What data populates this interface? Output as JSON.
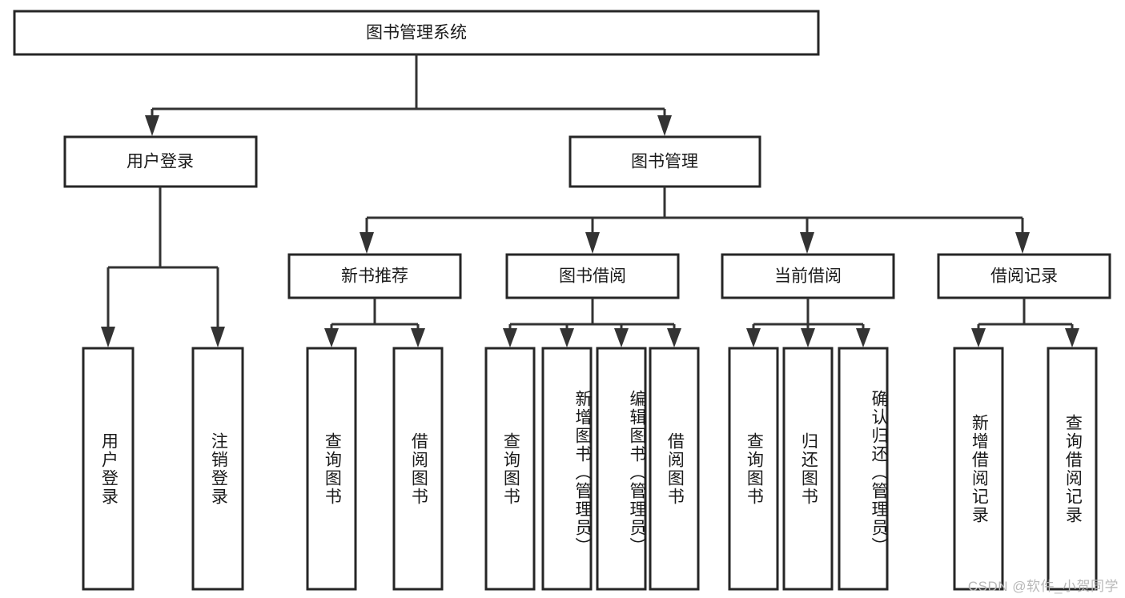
{
  "diagram": {
    "type": "tree-hierarchy",
    "title": "图书管理系统",
    "root": {
      "id": "root",
      "label": "图书管理系统",
      "orientation": "horizontal"
    },
    "level1": [
      {
        "id": "user-login",
        "label": "用户登录",
        "orientation": "horizontal"
      },
      {
        "id": "book-management",
        "label": "图书管理",
        "orientation": "horizontal"
      }
    ],
    "level2": [
      {
        "id": "new-book-recommend",
        "label": "新书推荐",
        "parent": "book-management",
        "orientation": "horizontal"
      },
      {
        "id": "book-borrow",
        "label": "图书借阅",
        "parent": "book-management",
        "orientation": "horizontal"
      },
      {
        "id": "current-borrow",
        "label": "当前借阅",
        "parent": "book-management",
        "orientation": "horizontal"
      },
      {
        "id": "borrow-record",
        "label": "借阅记录",
        "parent": "book-management",
        "orientation": "horizontal"
      }
    ],
    "leaves": [
      {
        "id": "leaf-user-login",
        "label": "用户登录",
        "parent": "user-login",
        "orientation": "vertical"
      },
      {
        "id": "leaf-logout",
        "label": "注销登录",
        "parent": "user-login",
        "orientation": "vertical"
      },
      {
        "id": "leaf-query-book-1",
        "label": "查询图书",
        "parent": "new-book-recommend",
        "orientation": "vertical"
      },
      {
        "id": "leaf-borrow-book-1",
        "label": "借阅图书",
        "parent": "new-book-recommend",
        "orientation": "vertical"
      },
      {
        "id": "leaf-query-book-2",
        "label": "查询图书",
        "parent": "book-borrow",
        "orientation": "vertical"
      },
      {
        "id": "leaf-add-book",
        "label": "新增图书（管理员）",
        "parent": "book-borrow",
        "orientation": "vertical"
      },
      {
        "id": "leaf-edit-book",
        "label": "编辑图书（管理员）",
        "parent": "book-borrow",
        "orientation": "vertical"
      },
      {
        "id": "leaf-borrow-book-2",
        "label": "借阅图书",
        "parent": "book-borrow",
        "orientation": "vertical"
      },
      {
        "id": "leaf-query-book-3",
        "label": "查询图书",
        "parent": "current-borrow",
        "orientation": "vertical"
      },
      {
        "id": "leaf-return-book",
        "label": "归还图书",
        "parent": "current-borrow",
        "orientation": "vertical"
      },
      {
        "id": "leaf-confirm-return",
        "label": "确认归还（管理员）",
        "parent": "current-borrow",
        "orientation": "vertical"
      },
      {
        "id": "leaf-add-record",
        "label": "新增借阅记录",
        "parent": "borrow-record",
        "orientation": "vertical"
      },
      {
        "id": "leaf-query-record",
        "label": "查询借阅记录",
        "parent": "borrow-record",
        "orientation": "vertical"
      }
    ]
  },
  "watermark": {
    "text": "CSDN @软件_小贺同学"
  },
  "colors": {
    "box_stroke": "#262626",
    "connector": "#333333",
    "text": "#1a1a1a",
    "background": "#ffffff",
    "watermark": "#b8b8b8"
  }
}
